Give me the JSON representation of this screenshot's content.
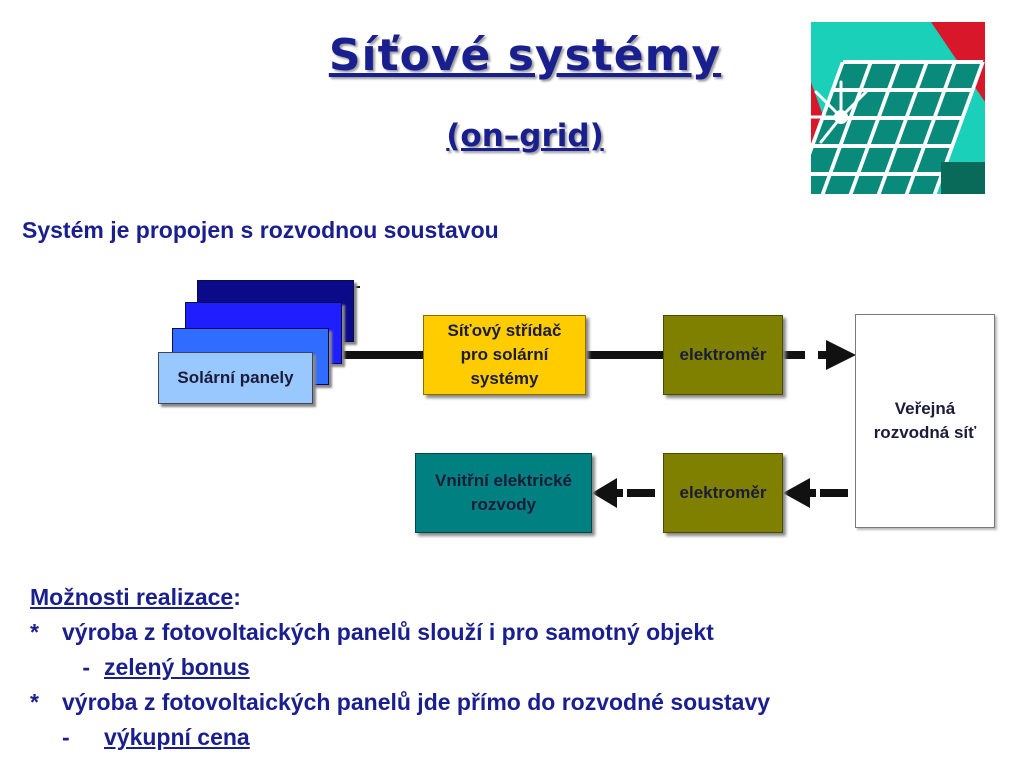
{
  "header": {
    "title": "Síťové systémy",
    "subtitle": "(on–grid)"
  },
  "intro": "Systém je propojen s rozvodnou soustavou",
  "diagram": {
    "solar_panels": "Solární panely",
    "inverter": [
      "Síťový střídač",
      "pro solární",
      "systémy"
    ],
    "meter_top": "elektroměr",
    "meter_bottom": "elektroměr",
    "inner_wiring": [
      "Vnitřní elektrické",
      "rozvody"
    ],
    "public_grid": [
      "Veřejná",
      "rozvodná síť"
    ]
  },
  "options": {
    "heading": "Možnosti realizace",
    "heading_suffix": ":",
    "items": [
      {
        "bullet": "*",
        "text": "výroba z fotovoltaických panelů slouží i pro samotný objekt",
        "sub_dash": "-",
        "sub_text": "zelený bonus"
      },
      {
        "bullet": "*",
        "text": "výroba z fotovoltaických panelů jde přímo do rozvodné soustavy",
        "sub_dash": "-",
        "sub_text": "výkupní cena"
      }
    ]
  },
  "colors": {
    "title": "#1a1f8f",
    "inverter": "#ffcc00",
    "meter": "#808000",
    "inner_wiring": "#008080",
    "panel_light": "#99c8ff"
  },
  "icons": {
    "logo": "solar-panel-logo-icon"
  }
}
